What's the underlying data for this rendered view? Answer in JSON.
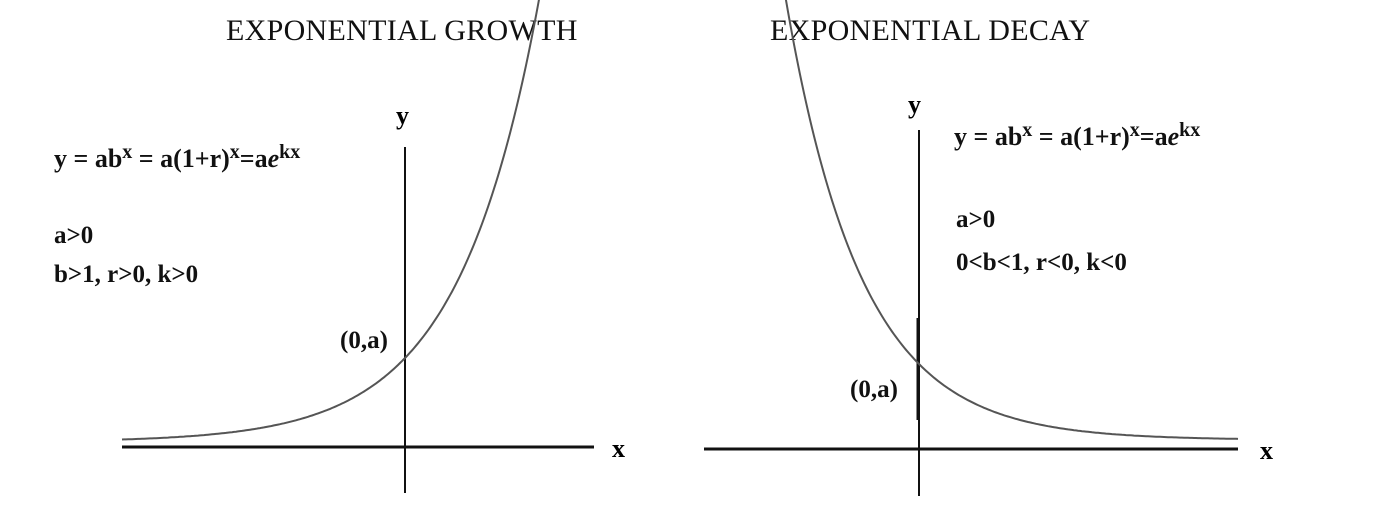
{
  "titles": {
    "growth": "EXPONENTIAL GROWTH",
    "decay": "EXPONENTIAL DECAY"
  },
  "growth": {
    "eq": {
      "y_eq_ab": "y = ab",
      "x1": "x",
      "eq_a1r": " = a(1+r)",
      "x2": "x",
      "eq_a": "=a",
      "e": "e",
      "kx": "kx"
    },
    "cond1": "a>0",
    "cond2": "b>1,  r>0,  k>0",
    "point_label": "(0,a)",
    "x_label": "x",
    "y_label": "y"
  },
  "decay": {
    "eq": {
      "y_eq_ab": "y = ab",
      "x1": "x",
      "eq_a1r": " = a(1+r)",
      "x2": "x",
      "eq_a": "=a",
      "e": "e",
      "kx": "kx"
    },
    "cond1": "a>0",
    "cond2": "0<b<1,  r<0,  k<0",
    "point_label": "(0,a)",
    "x_label": "x",
    "y_label": "y"
  },
  "colors": {
    "axis": "#111111",
    "curve": "#555555",
    "text": "#111111"
  }
}
